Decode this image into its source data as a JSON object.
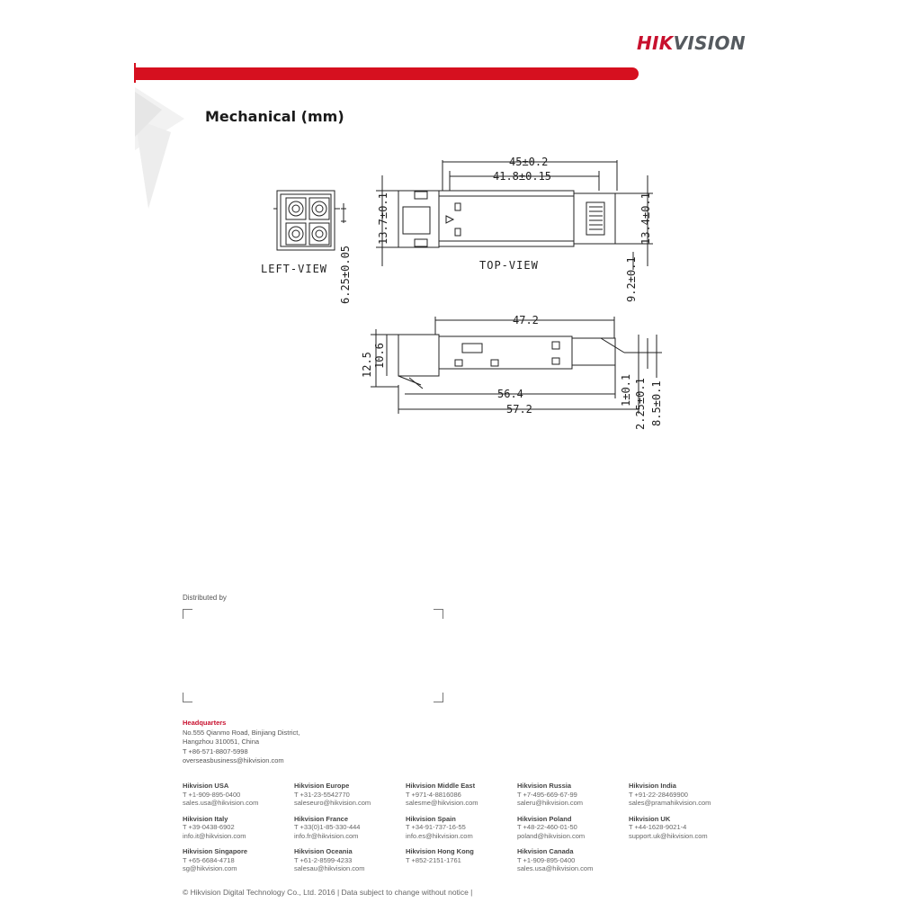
{
  "brand": {
    "logo_hik": "HIK",
    "logo_vision": "VISION",
    "accent_color": "#d6101f"
  },
  "section_title": "Mechanical (mm)",
  "drawing": {
    "views": {
      "left": "LEFT-VIEW",
      "top": "TOP-VIEW"
    },
    "dimensions": {
      "overall_top": "45±0.2",
      "body_top": "41.8±0.15",
      "height_left_top": "13.7±0.1",
      "height_right_top": "13.4±0.1",
      "left_view_pitch": "6.25±0.05",
      "right_offset": "9.2±0.1",
      "side_length": "47.2",
      "side_height_a": "12.5",
      "side_height_b": "10.6",
      "bottom_inner": "56.4",
      "bottom_outer": "57.2",
      "side_r1": "1±0.1",
      "side_r2": "2.25±0.1",
      "side_r3": "8.5±0.1"
    }
  },
  "distributed_by": "Distributed by",
  "headquarters": {
    "title": "Headquarters",
    "line1": "No.555 Qianmo Road, Binjiang District,",
    "line2": "Hangzhou 310051, China",
    "line3": "T +86-571-8807-5998",
    "line4": "overseasbusiness@hikvision.com"
  },
  "offices": [
    {
      "name": "Hikvision USA",
      "phone": "T +1-909-895-0400",
      "email": "sales.usa@hikvision.com"
    },
    {
      "name": "Hikvision Europe",
      "phone": "T +31-23-5542770",
      "email": "saleseuro@hikvision.com"
    },
    {
      "name": "Hikvision Middle East",
      "phone": "T +971-4-8816086",
      "email": "salesme@hikvision.com"
    },
    {
      "name": "Hikvision Russia",
      "phone": "T +7-495-669-67-99",
      "email": "saleru@hikvision.com"
    },
    {
      "name": "Hikvision India",
      "phone": "T +91-22-28469900",
      "email": "sales@pramahikvision.com"
    },
    {
      "name": "Hikvision Italy",
      "phone": "T +39-0438-6902",
      "email": "info.it@hikvision.com"
    },
    {
      "name": "Hikvision France",
      "phone": "T +33(0)1-85-330-444",
      "email": "info.fr@hikvision.com"
    },
    {
      "name": "Hikvision Spain",
      "phone": "T +34-91-737-16-55",
      "email": "info.es@hikvision.com"
    },
    {
      "name": "Hikvision Poland",
      "phone": "T +48-22-460-01-50",
      "email": "poland@hikvision.com"
    },
    {
      "name": "Hikvision UK",
      "phone": "T +44-1628-9021-4",
      "email": "support.uk@hikvision.com"
    },
    {
      "name": "Hikvision Singapore",
      "phone": "T +65-6684-4718",
      "email": "sg@hikvision.com"
    },
    {
      "name": "Hikvision Oceania",
      "phone": "T +61-2-8599-4233",
      "email": "salesau@hikvision.com"
    },
    {
      "name": "Hikvision Hong Kong",
      "phone": "T +852-2151-1761",
      "email": ""
    },
    {
      "name": "Hikvision Canada",
      "phone": "T +1-909-895-0400",
      "email": "sales.usa@hikvision.com"
    }
  ],
  "footer": "© Hikvision Digital Technology Co., Ltd. 2016 | Data subject to change without notice |"
}
